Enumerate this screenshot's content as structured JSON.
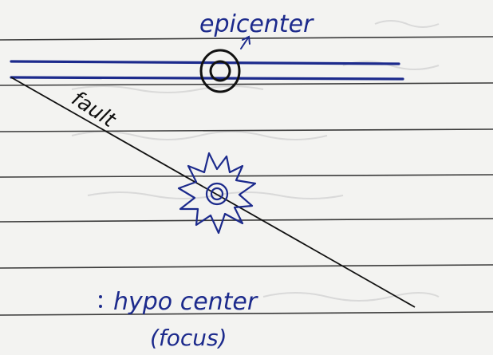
{
  "labels": {
    "epicenter": "epicenter",
    "fault": "fault",
    "hypocenter": "hypo center",
    "focus": "(focus)"
  },
  "colors": {
    "paper": "#f3f3f1",
    "rule_line": "#3a3a3a",
    "ink_blue": "#1c2a8c",
    "pencil_black": "#111111",
    "ghost_text": "#c9c9c9"
  }
}
